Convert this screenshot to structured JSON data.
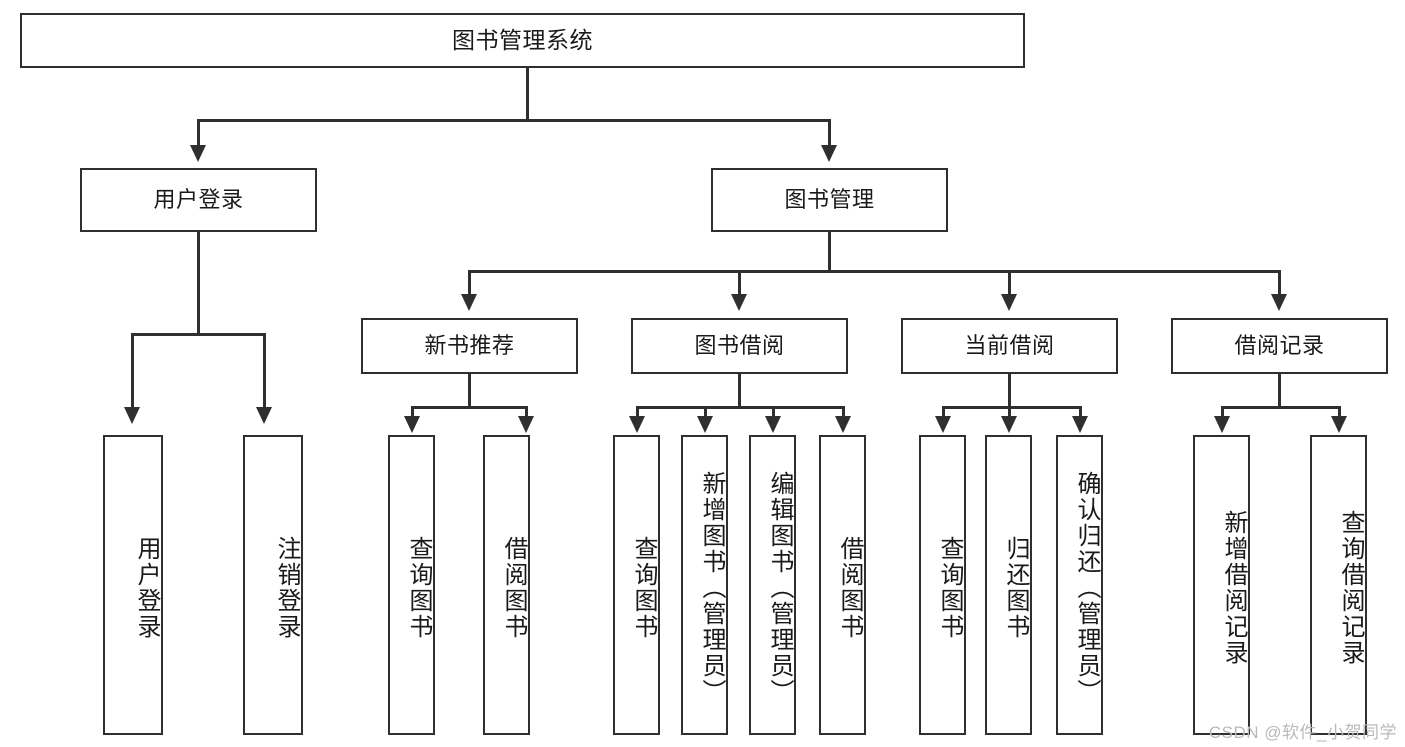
{
  "diagram": {
    "type": "tree",
    "title": "图书管理系统",
    "watermark": "CSDN @软件_小贺同学",
    "colors": {
      "stroke": "#2f2f2f",
      "fill": "#ffffff",
      "text": "#1a1a1a",
      "watermark": "#b9b9b9"
    },
    "levels": {
      "root": {
        "label": "图书管理系统"
      },
      "level2": [
        {
          "label": "用户登录"
        },
        {
          "label": "图书管理"
        }
      ],
      "level3": [
        {
          "label": "新书推荐"
        },
        {
          "label": "图书借阅"
        },
        {
          "label": "当前借阅"
        },
        {
          "label": "借阅记录"
        }
      ],
      "leaves": {
        "user_login": [
          {
            "label": "用户登录"
          },
          {
            "label": "注销登录"
          }
        ],
        "new_book_recommend": [
          {
            "label": "查询图书"
          },
          {
            "label": "借阅图书"
          }
        ],
        "book_borrow": [
          {
            "label": "查询图书"
          },
          {
            "label": "新增图书（管理员）"
          },
          {
            "label": "编辑图书（管理员）"
          },
          {
            "label": "借阅图书"
          }
        ],
        "current_borrow": [
          {
            "label": "查询图书"
          },
          {
            "label": "归还图书"
          },
          {
            "label": "确认归还（管理员）"
          }
        ],
        "borrow_record": [
          {
            "label": "新增借阅记录"
          },
          {
            "label": "查询借阅记录"
          }
        ]
      }
    }
  }
}
